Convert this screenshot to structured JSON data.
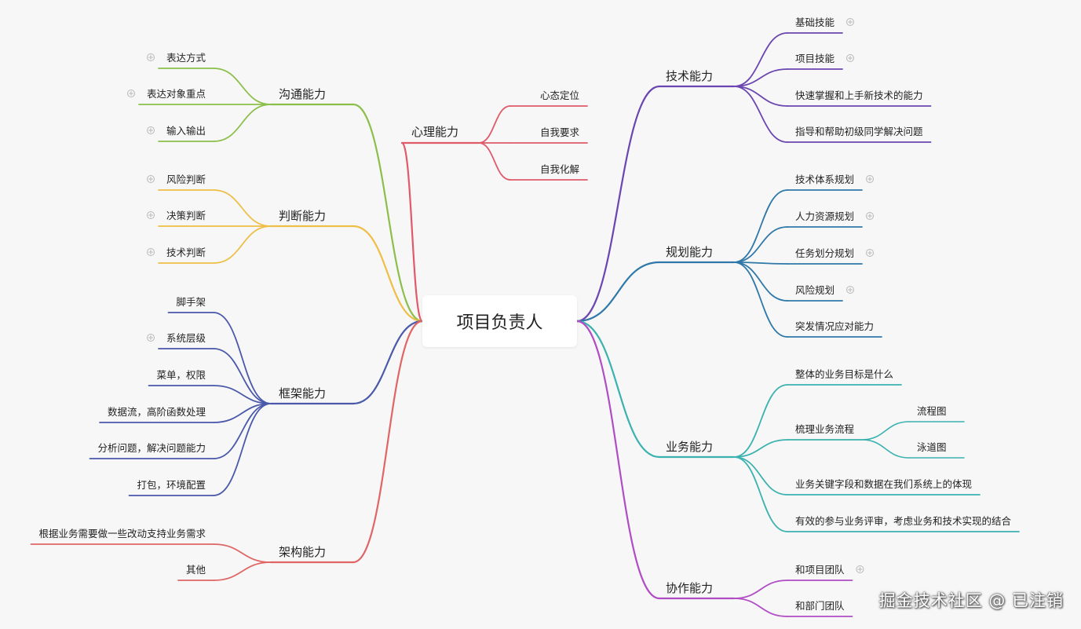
{
  "root": {
    "label": "项目负责人"
  },
  "watermark": "掘金技术社区 @ 已注销",
  "colors": {
    "tech": "#6b46b0",
    "plan": "#2f78a8",
    "business": "#3bb2b0",
    "collab": "#b04cc4",
    "psych": "#e05a6a",
    "comm": "#8bbf4a",
    "judge": "#efbe46",
    "frame": "#4a59aa",
    "arch": "#e06565",
    "plus": "#b8b8b8"
  },
  "branches": {
    "tech": {
      "label": "技术能力",
      "children": [
        {
          "label": "基础技能",
          "collapsed": true
        },
        {
          "label": "项目技能",
          "collapsed": true
        },
        {
          "label": "快速掌握和上手新技术的能力",
          "collapsed": false
        },
        {
          "label": "指导和帮助初级同学解决问题",
          "collapsed": false
        }
      ]
    },
    "plan": {
      "label": "规划能力",
      "children": [
        {
          "label": "技术体系规划",
          "collapsed": true
        },
        {
          "label": "人力资源规划",
          "collapsed": true
        },
        {
          "label": "任务划分规划",
          "collapsed": true
        },
        {
          "label": "风险规划",
          "collapsed": true
        },
        {
          "label": "突发情况应对能力",
          "collapsed": false
        }
      ]
    },
    "business": {
      "label": "业务能力",
      "children": [
        {
          "label": "整体的业务目标是什么",
          "collapsed": false
        },
        {
          "label": "梳理业务流程",
          "collapsed": false,
          "children": [
            "流程图",
            "泳道图"
          ]
        },
        {
          "label": "业务关键字段和数据在我们系统上的体现",
          "collapsed": false
        },
        {
          "label": "有效的参与业务评审，考虑业务和技术实现的结合",
          "collapsed": false
        }
      ]
    },
    "collab": {
      "label": "协作能力",
      "children": [
        {
          "label": "和项目团队",
          "collapsed": true
        },
        {
          "label": "和部门团队",
          "collapsed": false
        }
      ]
    },
    "psych": {
      "label": "心理能力",
      "children": [
        {
          "label": "心态定位",
          "collapsed": false
        },
        {
          "label": "自我要求",
          "collapsed": false
        },
        {
          "label": "自我化解",
          "collapsed": false
        }
      ]
    },
    "comm": {
      "label": "沟通能力",
      "children": [
        {
          "label": "表达方式",
          "collapsed": true
        },
        {
          "label": "表达对象重点",
          "collapsed": true
        },
        {
          "label": "输入输出",
          "collapsed": true
        }
      ]
    },
    "judge": {
      "label": "判断能力",
      "children": [
        {
          "label": "风险判断",
          "collapsed": true
        },
        {
          "label": "决策判断",
          "collapsed": true
        },
        {
          "label": "技术判断",
          "collapsed": true
        }
      ]
    },
    "frame": {
      "label": "框架能力",
      "children": [
        {
          "label": "脚手架",
          "collapsed": false
        },
        {
          "label": "系统层级",
          "collapsed": true
        },
        {
          "label": "菜单，权限",
          "collapsed": false
        },
        {
          "label": "数据流，高阶函数处理",
          "collapsed": false
        },
        {
          "label": "分析问题，解决问题能力",
          "collapsed": false
        },
        {
          "label": "打包，环境配置",
          "collapsed": false
        }
      ]
    },
    "arch": {
      "label": "架构能力",
      "children": [
        {
          "label": "根据业务需要做一些改动支持业务需求",
          "collapsed": false
        },
        {
          "label": "其他",
          "collapsed": false
        }
      ]
    }
  }
}
